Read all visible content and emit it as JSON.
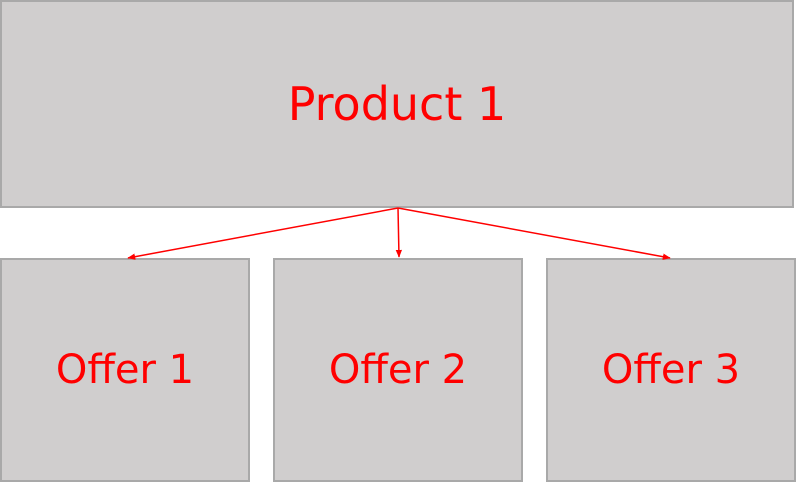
{
  "nodes": {
    "product": {
      "label": "Product 1"
    },
    "offers": [
      {
        "label": "Offer 1"
      },
      {
        "label": "Offer 2"
      },
      {
        "label": "Offer 3"
      }
    ]
  },
  "colors": {
    "box_fill": "#d0cece",
    "box_border": "#a9a9a9",
    "text": "#ff0000",
    "arrow": "#ff0000"
  }
}
